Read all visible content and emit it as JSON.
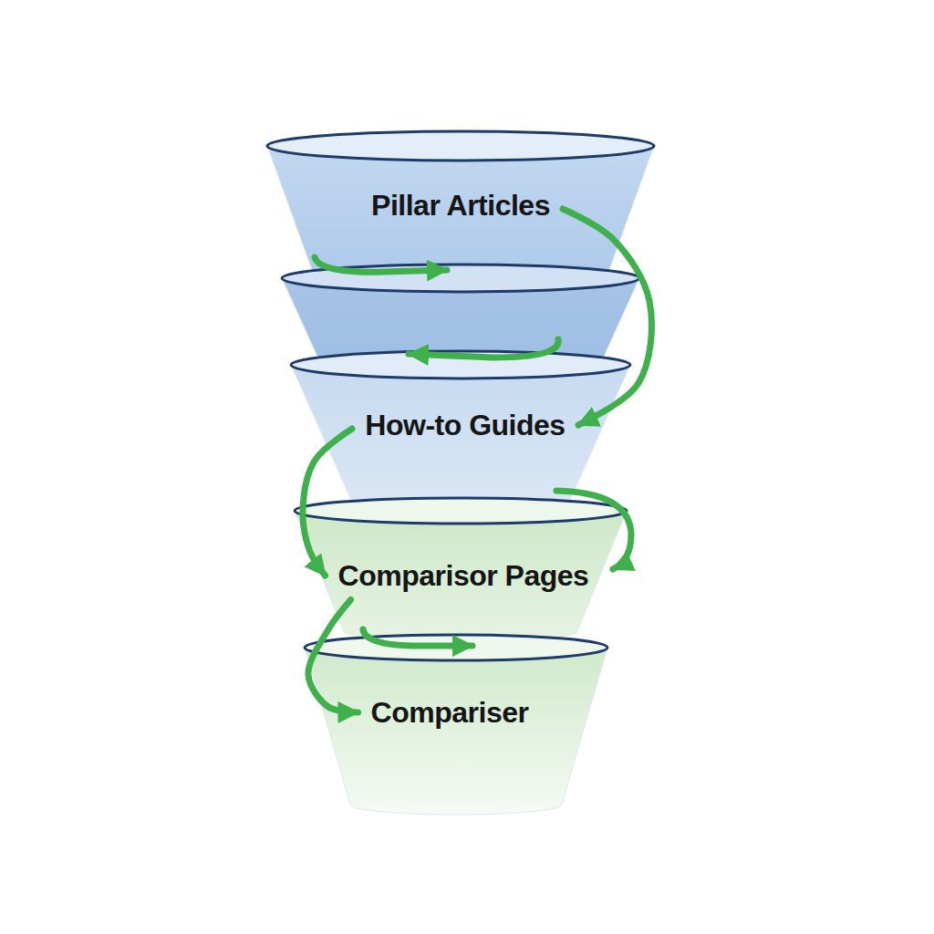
{
  "diagram": {
    "nodes": [
      {
        "text": [
          "Pillar Articles"
        ]
      },
      {
        "text": [
          "How-to Guides"
        ]
      },
      {
        "text": [
          "Comparisor Pages"
        ]
      },
      {
        "text": [
          "Compariser"
        ]
      }
    ],
    "edges": [
      {
        "from": 0,
        "to": 1,
        "arrow": "to"
      },
      {
        "from": 1,
        "to": 2,
        "arrow": "to"
      },
      {
        "from": 2,
        "to": 3,
        "arrow": "to"
      }
    ]
  }
}
